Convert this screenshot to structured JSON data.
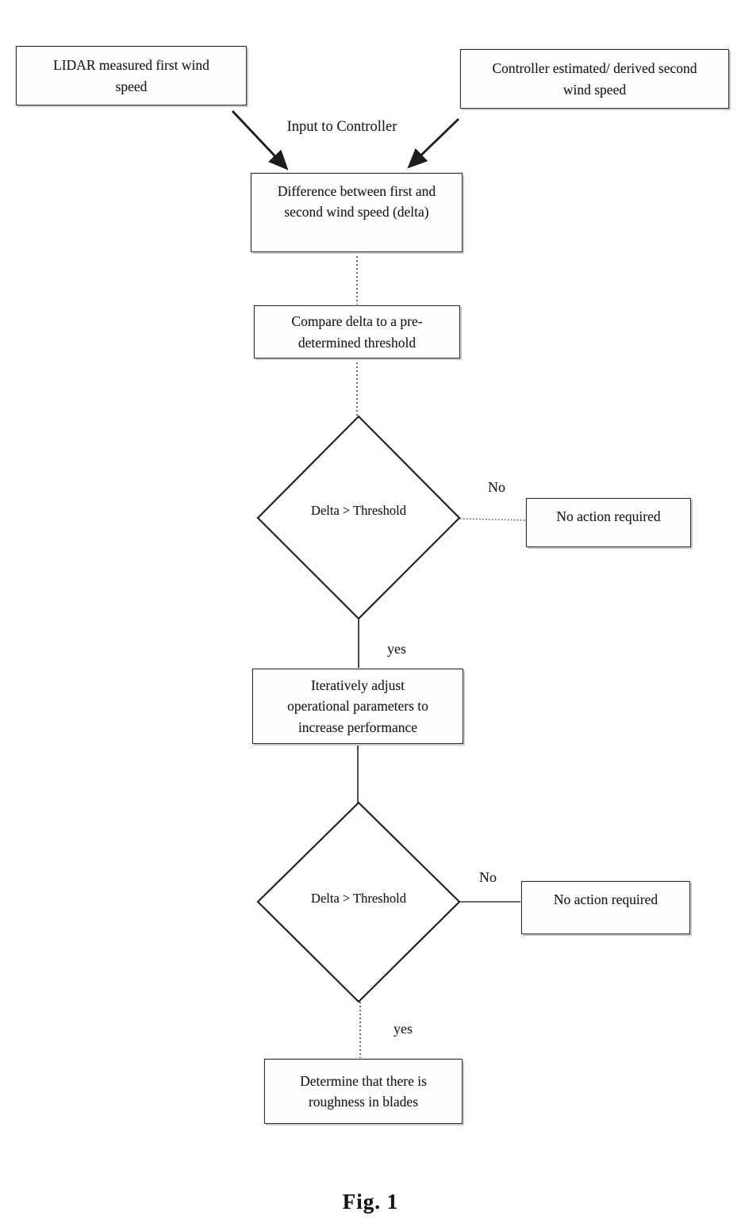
{
  "figure": {
    "caption": "Fig. 1"
  },
  "colors": {
    "ink": "#1e1e1e",
    "line": "#3c3c3c",
    "background": "#ffffff"
  },
  "nodes": {
    "lidar": {
      "label": "LIDAR measured first wind\nspeed"
    },
    "controller": {
      "label": "Controller estimated/ derived second\nwind speed"
    },
    "difference": {
      "label": "Difference between first and\nsecond wind speed (delta)"
    },
    "compare": {
      "label": "Compare delta to a pre-\ndetermined threshold"
    },
    "decision1": {
      "label": "Delta > Threshold"
    },
    "no_action1": {
      "label": "No action required"
    },
    "adjust": {
      "label": "Iteratively adjust\noperational parameters to\nincrease performance"
    },
    "decision2": {
      "label": "Delta > Threshold"
    },
    "no_action2": {
      "label": "No action required"
    },
    "determine": {
      "label": "Determine that there is\nroughness in blades"
    }
  },
  "edge_labels": {
    "input_to_controller": "Input to Controller",
    "decision1_no": "No",
    "decision1_yes": "yes",
    "decision2_no": "No",
    "decision2_yes": "yes"
  }
}
